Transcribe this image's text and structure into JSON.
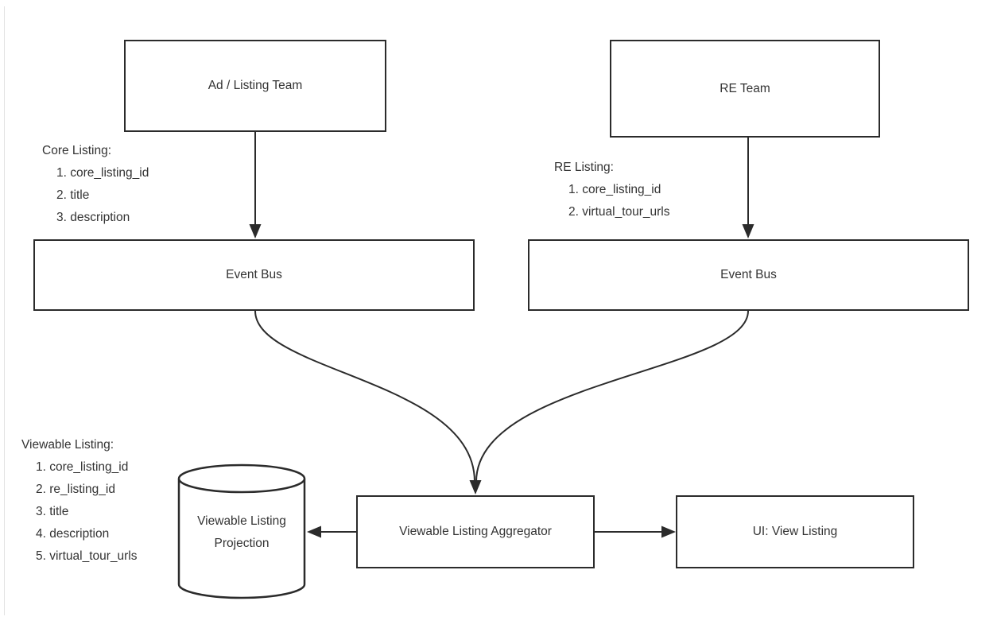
{
  "diagram": {
    "nodes": {
      "ad_listing_team": {
        "label": "Ad / Listing Team"
      },
      "re_team": {
        "label": "RE Team"
      },
      "event_bus_left": {
        "label": "Event Bus"
      },
      "event_bus_right": {
        "label": "Event Bus"
      },
      "viewable_listing_aggregator": {
        "label": "Viewable Listing Aggregator"
      },
      "viewable_listing_projection": {
        "label": "Viewable Listing Projection"
      },
      "ui_view_listing": {
        "label": "UI: View Listing"
      }
    },
    "annotations": {
      "core_listing": {
        "title": "Core Listing:",
        "items": [
          "1. core_listing_id",
          "2. title",
          "3. description"
        ]
      },
      "re_listing": {
        "title": "RE Listing:",
        "items": [
          "1. core_listing_id",
          "2. virtual_tour_urls"
        ]
      },
      "viewable_listing": {
        "title": "Viewable Listing:",
        "items": [
          "1. core_listing_id",
          "2. re_listing_id",
          "3. title",
          "4. description",
          "5. virtual_tour_urls"
        ]
      }
    },
    "colors": {
      "stroke": "#2b2b2b",
      "text": "#333333",
      "background": "#ffffff"
    }
  }
}
